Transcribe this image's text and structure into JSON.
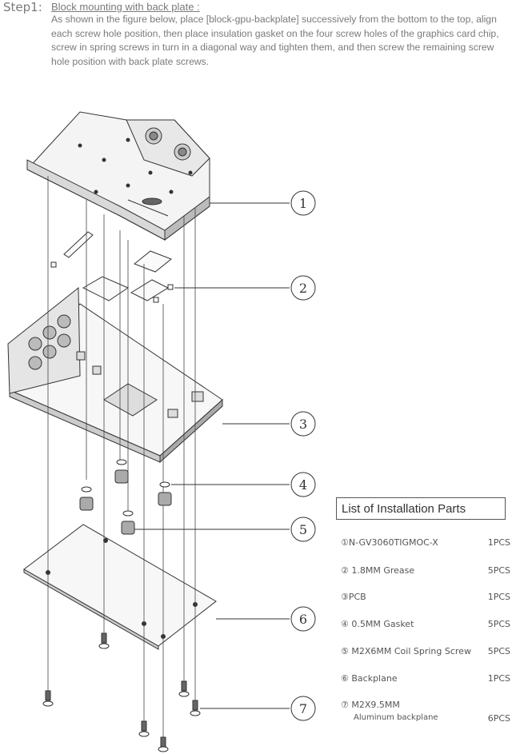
{
  "header": {
    "step": "Step1:",
    "title": "Block mounting with back plate :",
    "body": "As shown in the figure below, place [block-gpu-backplate] successively from the bottom to the top, align each screw hole position, then place insulation gasket on the four screw holes of the graphics card chip, screw in spring screws in turn in a diagonal way and tighten them, and then screw the remaining screw hole position with back plate screws."
  },
  "callouts": [
    "1",
    "2",
    "3",
    "4",
    "5",
    "6",
    "7"
  ],
  "parts_list": {
    "title": "List of Installation Parts",
    "items": [
      {
        "name": "①N-GV3060TIGMOC-X",
        "qty": "1PCS"
      },
      {
        "name": "② 1.8MM   Grease",
        "qty": "5PCS"
      },
      {
        "name": "③PCB",
        "qty": "1PCS"
      },
      {
        "name": "④ 0.5MM Gasket",
        "qty": "5PCS"
      },
      {
        "name": "⑤ M2X6MM Coil Spring Screw",
        "qty": "5PCS"
      },
      {
        "name": "⑥ Backplane",
        "qty": "1PCS"
      },
      {
        "name": "⑦ M2X9.5MM",
        "name2": "Aluminum backplane",
        "qty": "6PCS"
      }
    ]
  }
}
